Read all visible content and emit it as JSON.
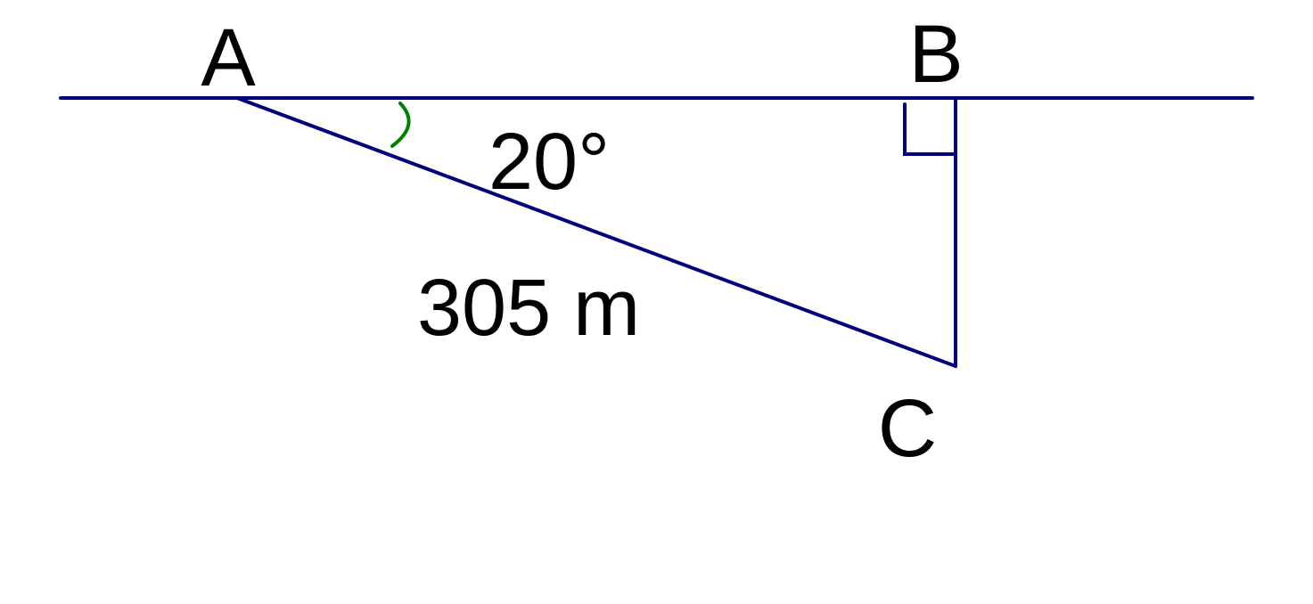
{
  "labels": {
    "vertex_a": "A",
    "vertex_b": "B",
    "vertex_c": "C",
    "angle": "20°",
    "hypotenuse": "305 m"
  },
  "colors": {
    "line": "#000080",
    "angle_arc": "#008000",
    "text": "#000000",
    "background": "#ffffff"
  }
}
